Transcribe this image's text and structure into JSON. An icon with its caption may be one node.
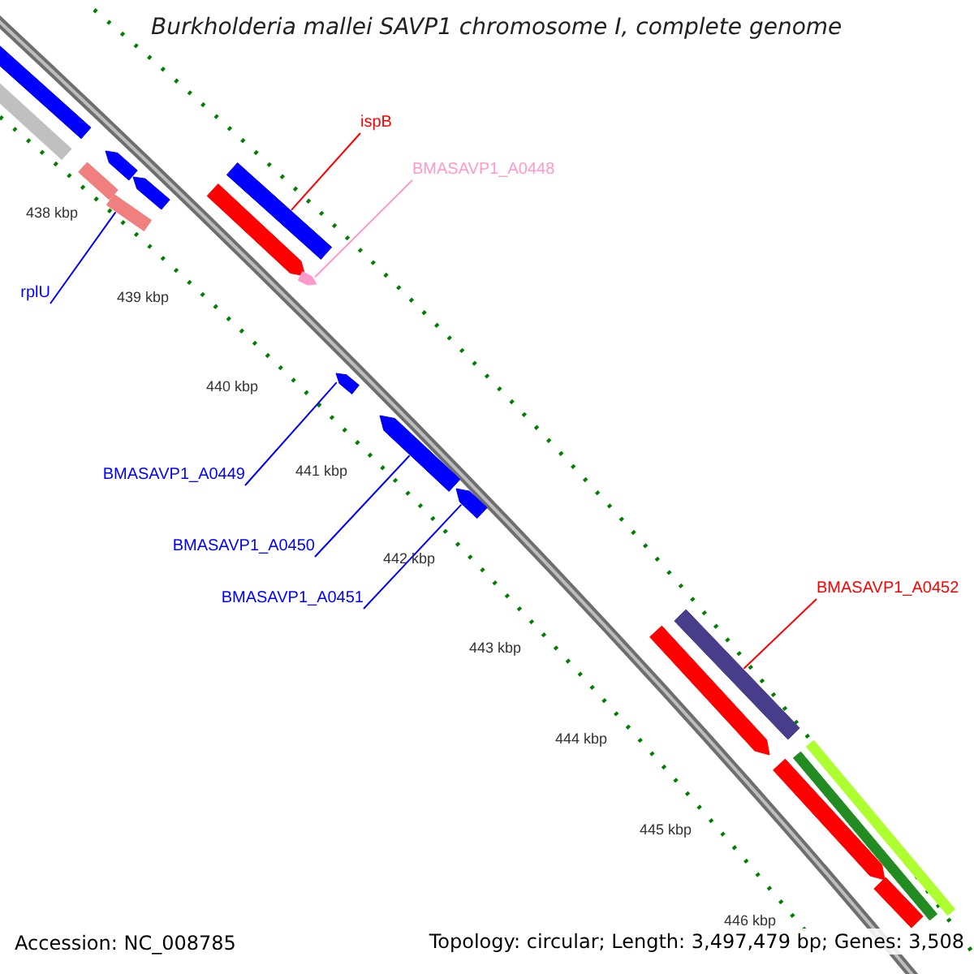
{
  "diagram": {
    "title": "Burkholderia mallei SAVP1 chromosome I, complete genome",
    "nodes": [
      {
        "text": [
          "ispB"
        ]
      },
      {
        "text": [
          "BMASAVP1_A0448"
        ]
      },
      {
        "text": [
          "rplU"
        ]
      },
      {
        "text": [
          "BMASAVP1_A0449"
        ]
      },
      {
        "text": [
          "BMASAVP1_A0450"
        ]
      },
      {
        "text": [
          "BMASAVP1_A0451"
        ]
      },
      {
        "text": [
          "BMASAVP1_A0452"
        ]
      },
      {
        "text": [],
        "shape": "bar"
      },
      {
        "text": [],
        "shape": "bar"
      },
      {
        "text": [],
        "shape": "pentagon"
      },
      {
        "text": [],
        "shape": "pentagon"
      },
      {
        "text": [],
        "shape": "bar"
      },
      {
        "text": [],
        "shape": "bar"
      },
      {
        "text": [],
        "shape": "bar"
      },
      {
        "text": [],
        "shape": "pentagon"
      },
      {
        "text": [],
        "shape": "pentagon"
      },
      {
        "text": [],
        "shape": "pentagon"
      },
      {
        "text": [],
        "shape": "pentagon"
      },
      {
        "text": [],
        "shape": "pentagon"
      },
      {
        "text": [],
        "shape": "bar"
      },
      {
        "text": [],
        "shape": "pentagon"
      },
      {
        "text": [],
        "shape": "pentagon"
      },
      {
        "text": [],
        "shape": "bar"
      },
      {
        "text": [],
        "shape": "bar"
      },
      {
        "text": [],
        "shape": "bar"
      }
    ],
    "edges": [
      {
        "from": 0,
        "to": 13,
        "arrow": "none",
        "color": "#ff0000"
      },
      {
        "from": 1,
        "to": 15,
        "arrow": "none",
        "color": "#ff99cc"
      },
      {
        "from": 2,
        "to": 12,
        "arrow": "none"
      },
      {
        "from": 3,
        "to": 16,
        "arrow": "none"
      },
      {
        "from": 4,
        "to": 17,
        "arrow": "none"
      },
      {
        "from": 5,
        "to": 18,
        "arrow": "none"
      },
      {
        "from": 6,
        "to": 19,
        "arrow": "none",
        "color": "#ff0000"
      }
    ],
    "labels": [
      "438 kbp",
      "439 kbp",
      "440 kbp",
      "441 kbp",
      "442 kbp",
      "443 kbp",
      "444 kbp",
      "445 kbp",
      "446 kbp",
      "Accession: NC_008785",
      "Topology: circular; Length: 3,497,479 bp; Genes: 3,508"
    ]
  }
}
